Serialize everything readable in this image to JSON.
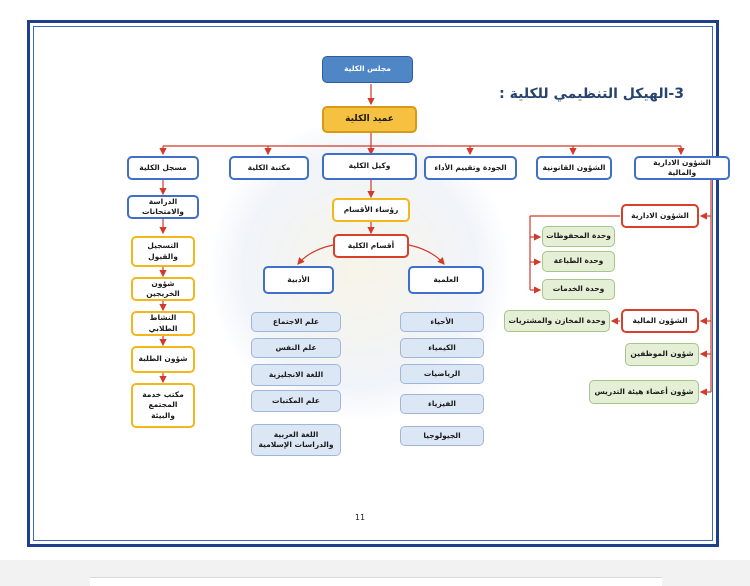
{
  "title": "3-الهيكل التنظيمي للكلية :",
  "page_number": "11",
  "nodes": {
    "council": "مجلس الكلية",
    "dean": "عميد الكلية",
    "admin_finance": "الشؤون الادارية والمالية",
    "legal": "الشؤون القانونية",
    "quality": "الجودة وتقييم الأداء",
    "vice_dean": "وكيل الكلية",
    "library": "مكتبة الكلية",
    "registrar": "مسجل الكلية",
    "heads": "رؤساء الأقسام",
    "departments": "أقسام الكلية",
    "scientific": "العلمية",
    "literary": "الأدبية",
    "studies_exams": "الدراسة والامتحانات",
    "registration": "التسجيل والقبول",
    "graduates": "شؤون الخريجين",
    "activity": "النشاط الطلابي",
    "students": "شؤون الطلبة",
    "community": "مكتب خدمة المجتمع والبيئة",
    "administrative": "الشؤون الادارية",
    "financial": "الشؤون المالية",
    "archives": "وحدة المحفوظات",
    "printing": "وحدة الطباعة",
    "services": "وحدة الخدمات",
    "stores": "وحدة المخازن والمشتريات",
    "employees": "شؤون الموظفين",
    "faculty_affairs": "شؤون أعضاء هيئة التدريس"
  },
  "scientific_depts": [
    "الأحياء",
    "الكيمياء",
    "الرياضيات",
    "الفيزياء",
    "الجيولوجيا"
  ],
  "literary_depts": [
    "علم الاجتماع",
    "علم النفس",
    "اللغة الانجليزية",
    "علم المكتبات",
    "اللغة العربية والدراسات الإسلامية"
  ],
  "colors": {
    "frame": "#1f3f8c",
    "dean": "#f6c140",
    "council": "#4f86c6",
    "yellow_border": "#f2b71a",
    "red_border": "#d7402b",
    "line": "#d23a2a"
  }
}
